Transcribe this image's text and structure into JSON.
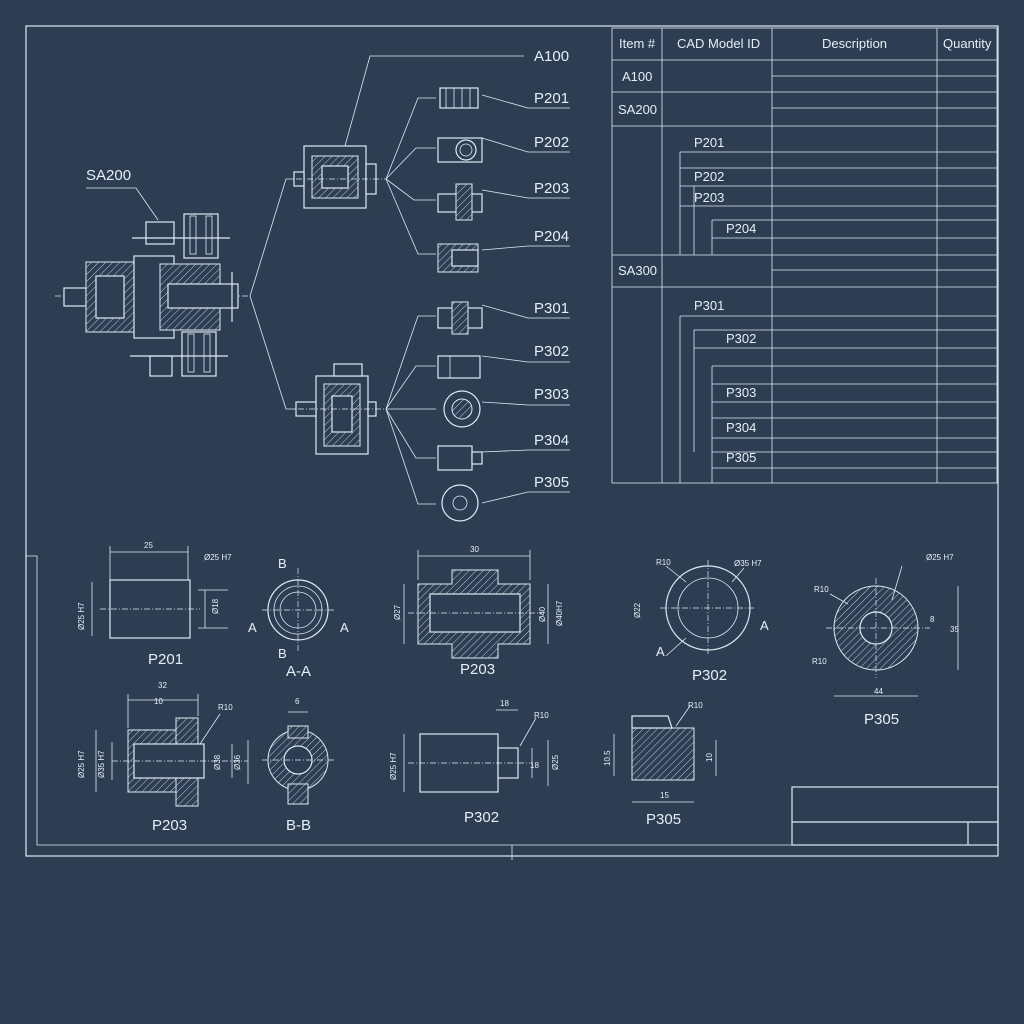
{
  "colors": {
    "background": "#2e3e52",
    "line": "#dfe9f3"
  },
  "tree": {
    "assembly_labels": [
      "SA200",
      "A100"
    ],
    "part_labels": [
      "P201",
      "P202",
      "P203",
      "P204",
      "P301",
      "P302",
      "P303",
      "P304",
      "P305"
    ]
  },
  "bom": {
    "headers": [
      "Item #",
      "CAD Model ID",
      "Description",
      "Quantity"
    ],
    "rows": [
      "A100",
      "SA200",
      "P201",
      "P202",
      "P203",
      "P204",
      "SA300",
      "P301",
      "P302",
      "P303",
      "P304",
      "P305"
    ]
  },
  "views": {
    "captions": [
      "P201",
      "A-A",
      "P203",
      "P302",
      "P305",
      "P203",
      "B-B",
      "P302",
      "P305"
    ],
    "section_marks": {
      "a": "A",
      "b": "B"
    },
    "dims": {
      "d25": "25",
      "d25h7": "Ø25 H7",
      "dia25h7v": "Ø25 H7",
      "d18": "Ø18",
      "d30": "30",
      "d27": "Ø27",
      "d40": "Ø40",
      "d40h7": "Ø40H7",
      "r10": "R10",
      "d35h7": "Ø35 H7",
      "d22": "Ø22",
      "d8": "8",
      "d35": "35",
      "d44": "44",
      "d32": "32",
      "d10": "10",
      "d35h7b": "Ø35 H7",
      "d38": "Ø38",
      "d36": "Ø36",
      "d6": "6",
      "d18b": "18",
      "d18c": "18",
      "d25b": "Ø25",
      "d105": "10.5",
      "d10b": "10",
      "d15": "15"
    }
  }
}
